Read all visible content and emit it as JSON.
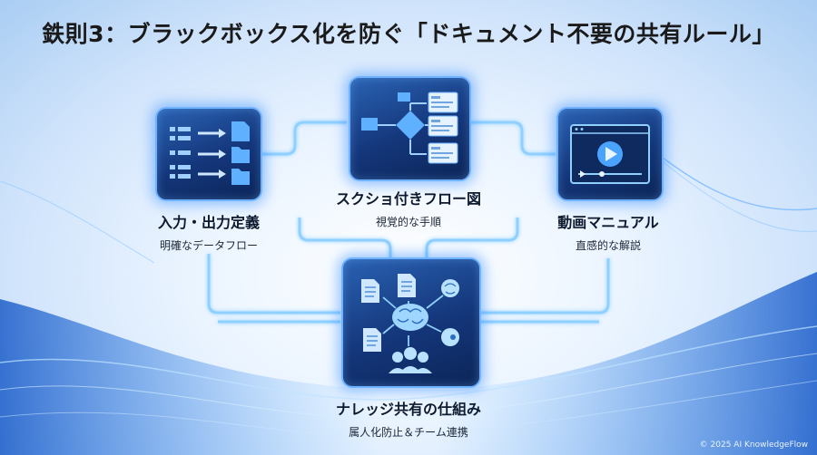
{
  "title": "鉄則3：ブラックボックス化を防ぐ「ドキュメント不要の共有ルール」",
  "cards": {
    "input_output": {
      "title": "入力・出力定義",
      "subtitle": "明確なデータフロー",
      "icon": "document-flow-icon"
    },
    "screenshot_flow": {
      "title": "スクショ付きフロー図",
      "subtitle": "視覚的な手順",
      "icon": "flowchart-icon"
    },
    "video_manual": {
      "title": "動画マニュアル",
      "subtitle": "直感的な解説",
      "icon": "video-player-icon"
    },
    "knowledge": {
      "title": "ナレッジ共有の仕組み",
      "subtitle": "属人化防止＆チーム連携",
      "icon": "brain-network-icon"
    }
  },
  "footer": {
    "copyright": "© 2025 AI KnowledgeFlow"
  },
  "colors": {
    "tile": "#14367a",
    "glow": "#6fb2ff",
    "line": "#8fd0ff"
  }
}
